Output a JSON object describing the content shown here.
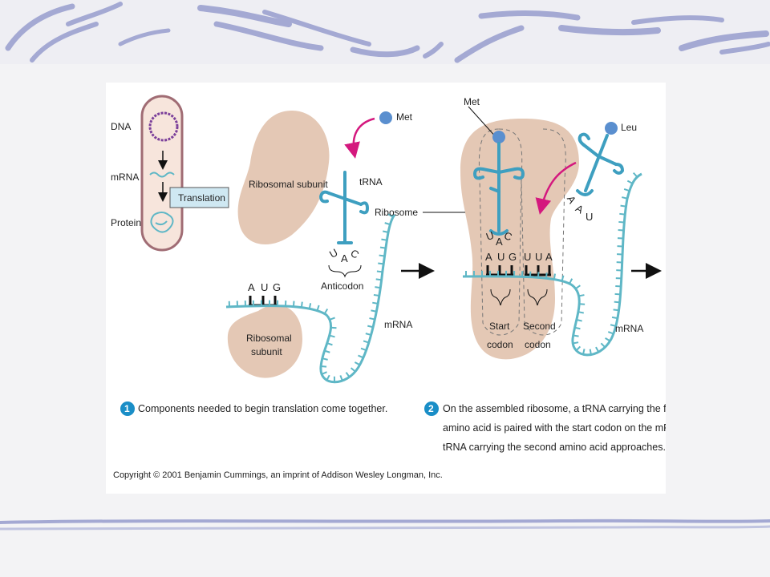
{
  "colors": {
    "ribosome": "#e4c8b5",
    "rna": "#5fb7c6",
    "trna": "#3e9fc0",
    "amino_acid": "#5a8fcf",
    "arrow_magenta": "#d4187e",
    "translation_box": "#cfe8f2",
    "cell_fill": "#f7e5dc",
    "cell_border": "#a06c74",
    "dna": "#7b3f9a",
    "step_badge": "#1a8ec7",
    "bg_stroke": "#9da3cf"
  },
  "panel1": {
    "cell": {
      "dna": "DNA",
      "mrna": "mRNA",
      "protein": "Protein",
      "translation": "Translation"
    },
    "large_subunit": "Ribosomal subunit",
    "small_subunit_line1": "Ribosomal",
    "small_subunit_line2": "subunit",
    "met": "Met",
    "trna": "tRNA",
    "anticodon_bases": [
      "U",
      "A",
      "C"
    ],
    "anticodon": "Anticodon",
    "codon_bases": [
      "A",
      "U",
      "G"
    ],
    "mrna": "mRNA",
    "step_number": "1",
    "caption": "Components needed to begin translation come together."
  },
  "panel2": {
    "met": "Met",
    "leu": "Leu",
    "ribosome": "Ribosome",
    "anticodon1_bases": [
      "U",
      "A",
      "C"
    ],
    "codon1_bases": [
      "A",
      "U",
      "G"
    ],
    "codon2_bases": [
      "U",
      "U",
      "A"
    ],
    "anticodon2_bases": [
      "A",
      "A",
      "U"
    ],
    "start_line1": "Start",
    "start_line2": "codon",
    "second_line1": "Second",
    "second_line2": "codon",
    "mrna": "mRNA",
    "step_number": "2",
    "caption_lines": [
      "On the assembled ribosome, a tRNA carrying the first",
      "amino acid is paired with the start codon on the mRNA. A",
      "tRNA carrying the second amino acid approaches."
    ]
  },
  "copyright": "Copyright © 2001 Benjamin Cummings, an imprint of Addison Wesley Longman, Inc."
}
